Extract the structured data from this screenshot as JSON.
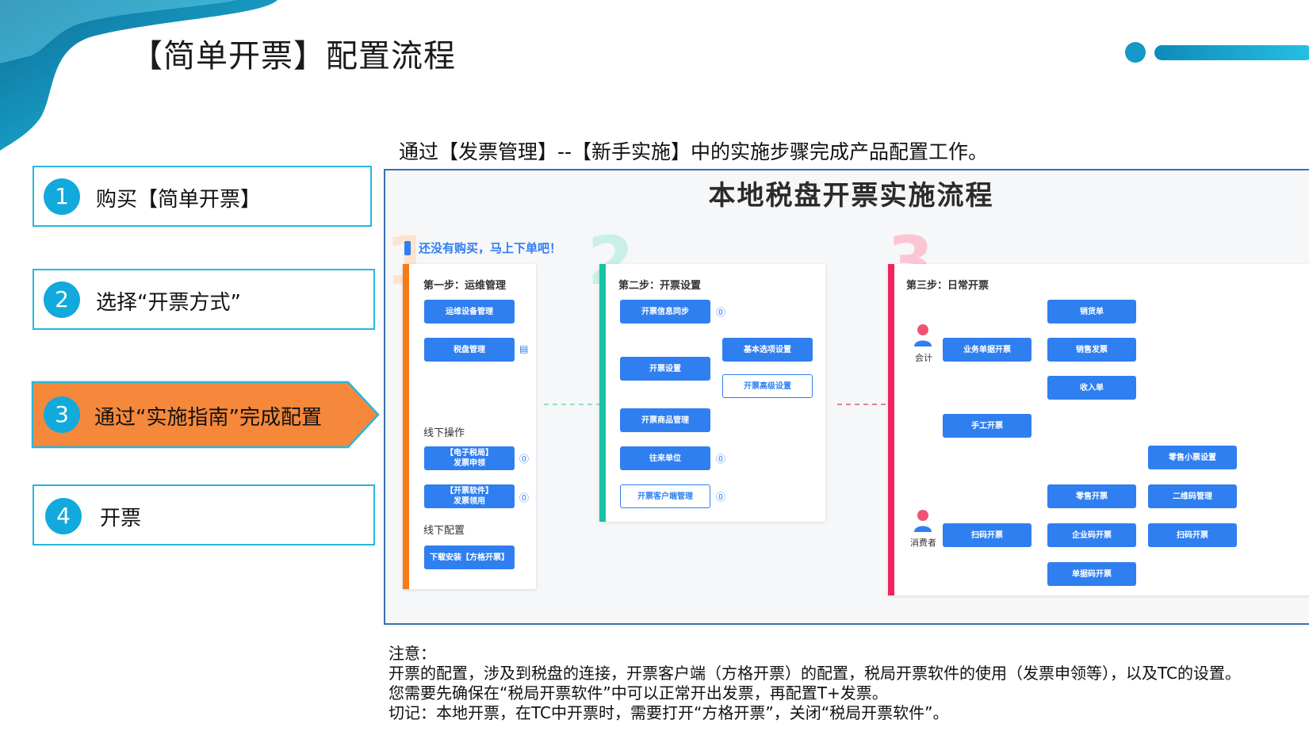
{
  "title": "【简单开票】配置流程",
  "steps": [
    {
      "num": "1",
      "label": "购买【简单开票】"
    },
    {
      "num": "2",
      "label": "选择“开票方式”"
    },
    {
      "num": "3",
      "label": "通过“实施指南”完成配置"
    },
    {
      "num": "4",
      "label": "开票"
    }
  ],
  "subtitle": "通过【发票管理】--【新手实施】中的实施步骤完成产品配置工作。",
  "flow": {
    "title": "本地税盘开票实施流程",
    "banner": "还没有购买，马上下单吧！",
    "big_nums": [
      "1",
      "2",
      "3"
    ],
    "stage1": {
      "head": "第一步：运维管理",
      "btn1": "运维设备管理",
      "btn2": "税盘管理",
      "offline_ops": "线下操作",
      "btn3": "【电子税局】\n发票申领",
      "btn4": "【开票软件】\n发票领用",
      "offline_cfg": "线下配置",
      "btn5": "下载安装【方格开票】"
    },
    "stage2": {
      "head": "第二步：开票设置",
      "btn1": "开票信息同步",
      "btn2": "开票设置",
      "btn2a": "基本选项设置",
      "btn2b": "开票高级设置",
      "btn3": "开票商品管理",
      "btn4": "往来单位",
      "btn5": "开票客户端管理"
    },
    "stage3": {
      "head": "第三步：日常开票",
      "role1": "会计",
      "role2": "消费者",
      "b_business": "业务单据开票",
      "b_sales": "销货单",
      "b_invoice": "销售发票",
      "b_income": "收入单",
      "b_manual": "手工开票",
      "b_scan": "扫码开票",
      "b_retail": "零售开票",
      "b_enterprise": "企业码开票",
      "b_bill": "单据码开票",
      "b_ticket": "零售小票设置",
      "b_qr": "二维码管理",
      "b_scan2": "扫码开票"
    }
  },
  "notes": {
    "heading": "注意：",
    "line1": "开票的配置，涉及到税盘的连接，开票客户端（方格开票）的配置，税局开票软件的使用（发票申领等），以及TC的设置。",
    "line2": "您需要先确保在“税局开票软件”中可以正常开出发票，再配置T+发票。",
    "line3": "切记：本地开票，在TC中开票时，需要打开“方格开票”，关闭“税局开票软件”。"
  },
  "colors": {
    "accent": "#12a9dc",
    "active_step": "#f5883b",
    "flow_blue": "#2f7ff0",
    "stage1": "#f47b16",
    "stage2": "#17c2a6",
    "stage3": "#f0245b"
  }
}
